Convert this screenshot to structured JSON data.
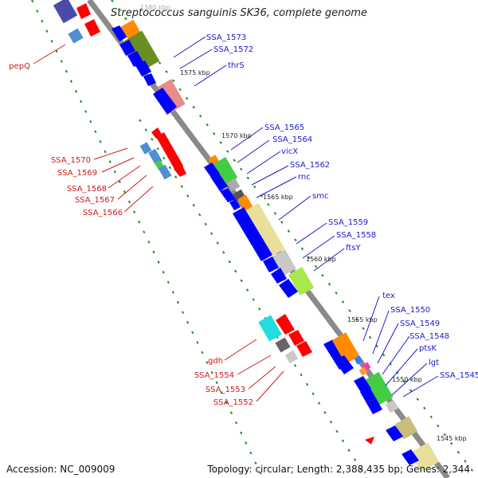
{
  "title": "Streptococcus sanguinis SK36, complete genome",
  "footer": {
    "accession": "Accession: NC_009009",
    "topology": "Topology: circular; Length: 2,388,435 bp; Genes: 2,344"
  },
  "scale_labels": [
    "1580 kbp",
    "1575 kbp",
    "1570 kbp",
    "1565 kbp",
    "1560 kbp",
    "1555 kbp",
    "1550 kbp",
    "1545 kbp"
  ],
  "gene_labels_forward": [
    "SSA_1573",
    "SSA_1572",
    "thrS",
    "SSA_1565",
    "SSA_1564",
    "vicX",
    "SSA_1562",
    "rnc",
    "smc",
    "SSA_1559",
    "SSA_1558",
    "ftsY",
    "tex",
    "SSA_1550",
    "SSA_1549",
    "SSA_1548",
    "ptsK",
    "lgt",
    "SSA_1545"
  ],
  "gene_labels_reverse": [
    "pepQ",
    "SSA_1570",
    "SSA_1569",
    "SSA_1568",
    "SSA_1567",
    "SSA_1566",
    "gdh",
    "SSA_1554",
    "SSA_1553",
    "SSA_1552"
  ],
  "colors": {
    "forward_label": "#1a1acc",
    "reverse_label": "#cc1a1a",
    "forward_cds": "#0000ff",
    "reverse_cds": "#ff0000",
    "backbone": "#888888",
    "tick": "#1a8c1a"
  }
}
